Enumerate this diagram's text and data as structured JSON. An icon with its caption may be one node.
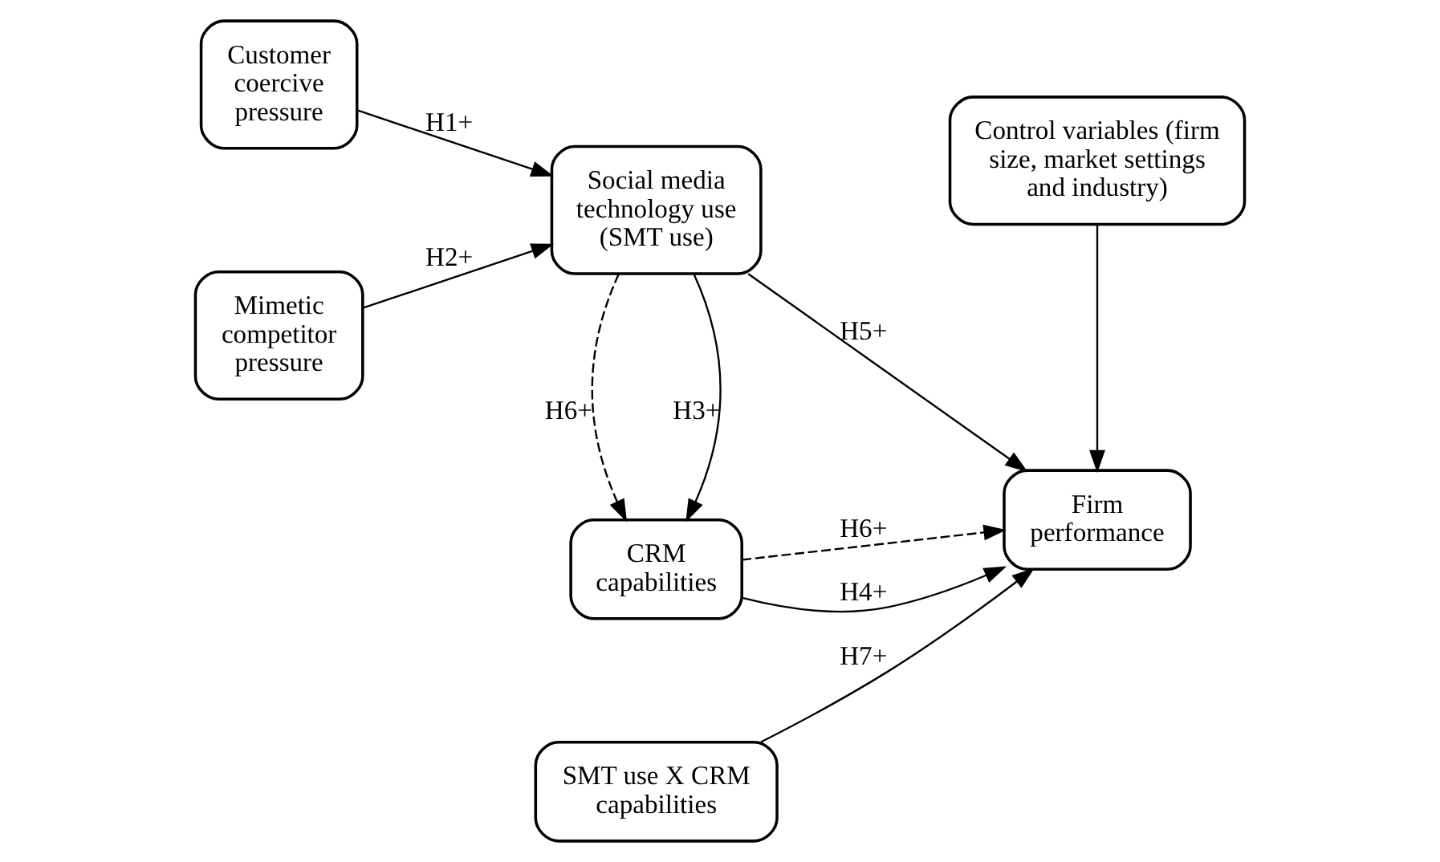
{
  "diagram": {
    "nodes": [
      {
        "text": [
          "Customer coercive pressure"
        ]
      },
      {
        "text": [
          "Mimetic competitor pressure"
        ]
      },
      {
        "text": [
          "Social media technology use (SMT use)"
        ]
      },
      {
        "text": [
          "Control variables (firm size, market settings and industry)"
        ]
      },
      {
        "text": [
          "SMT use X CRM capabilities"
        ]
      },
      {
        "text": [
          "Firm performance"
        ]
      },
      {
        "text": [
          "CRM capabilities"
        ]
      }
    ],
    "edges": [
      {
        "from": 0,
        "to": 2,
        "arrow": "to",
        "label": "H1+"
      },
      {
        "from": 1,
        "to": 2,
        "arrow": "to",
        "label": "H2+"
      },
      {
        "from": 2,
        "to": 5,
        "arrow": "to",
        "label": "H5+"
      },
      {
        "from": 3,
        "to": 5,
        "arrow": "to"
      },
      {
        "from": 4,
        "to": 5,
        "arrow": "to",
        "label": "H7+"
      },
      {
        "from": 2,
        "to": 6,
        "arrow": "to",
        "label": "H3+"
      },
      {
        "from": 2,
        "to": 6,
        "arrow": "to",
        "label": "H6+",
        "style": "dashed"
      },
      {
        "from": 6,
        "to": 5,
        "arrow": "to",
        "label": "H6+",
        "style": "dashed"
      },
      {
        "from": 6,
        "to": 5,
        "arrow": "to",
        "label": "H4+"
      }
    ]
  }
}
